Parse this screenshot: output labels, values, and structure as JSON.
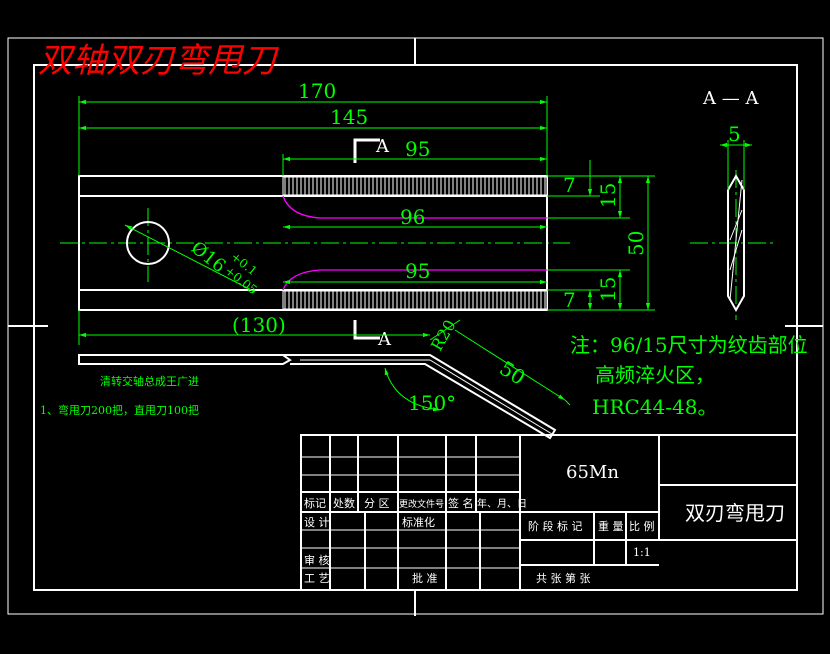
{
  "drawing": {
    "title_red": "双轴双刃弯甩刀",
    "section_label": "A — A",
    "section_mark": "A",
    "dimensions": {
      "d170": "170",
      "d145": "145",
      "d95_top": "95",
      "d96": "96",
      "d95_bottom": "95",
      "d130": "(130)",
      "d7_top": "7",
      "d15_top": "15",
      "d50": "50",
      "d7_bottom": "7",
      "d15_bottom": "15",
      "d5": "5",
      "hole": "Ø16",
      "tol_upper": "+0.1",
      "tol_lower": "+0.05",
      "d50_bend": "50",
      "r20": "R20",
      "angle": "150°"
    },
    "note": {
      "line1": "注：96/15尺寸为纹齿部位",
      "line2": "高频淬火区，",
      "line3": "HRC44-48。"
    },
    "small_note": {
      "line1": "清转交轴总成王广进",
      "line2": "1、弯甩刀200把，直甩刀100把"
    }
  },
  "title_block": {
    "material": "65Mn",
    "part_name": "双刃弯甩刀",
    "scale": "1:1",
    "labels": {
      "mark": "标记",
      "count": "处数",
      "zone": "分 区",
      "doc_no": "更改文件号",
      "sign": "签 名",
      "date": "年、月、日",
      "design": "设 计",
      "standard": "标准化",
      "stage": "阶 段 标 记",
      "weight": "重 量",
      "ratio": "比 例",
      "review": "审 核",
      "process": "工 艺",
      "approve": "批 准",
      "sheets": "共    张  第    张"
    }
  },
  "colors": {
    "background": "#000000",
    "outline": "#ffffff",
    "dimension": "#00ff00",
    "centerline": "#00ff00",
    "magenta": "#ff00ff",
    "red": "#ff0000"
  }
}
